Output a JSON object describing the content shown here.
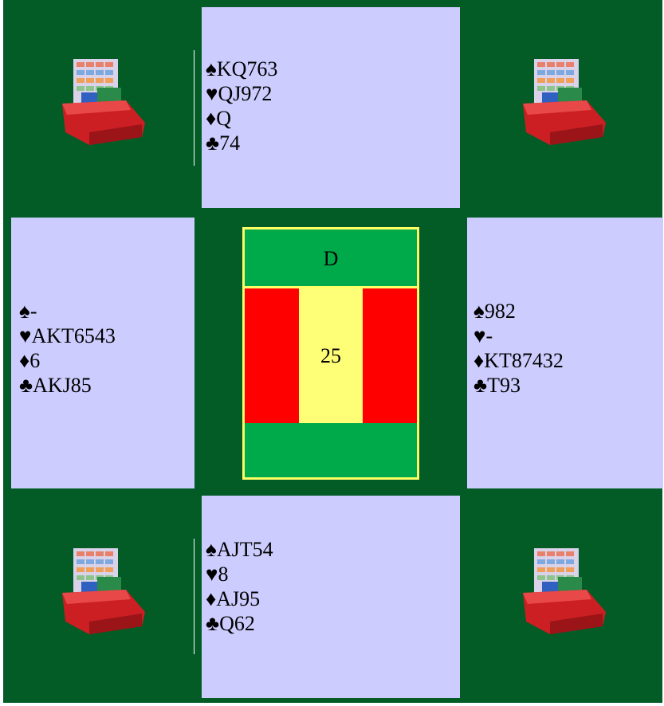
{
  "hands": {
    "north": {
      "spades": "♠KQ763",
      "hearts": "♥QJ972",
      "diamonds": "♦Q",
      "clubs": "♣74"
    },
    "west": {
      "spades": "♠-",
      "hearts": "♥AKT6543",
      "diamonds": "♦6",
      "clubs": "♣AKJ85"
    },
    "east": {
      "spades": "♠982",
      "hearts": "♥-",
      "diamonds": "♦KT87432",
      "clubs": "♣T93"
    },
    "south": {
      "spades": "♠AJT54",
      "hearts": "♥8",
      "diamonds": "♦AJ95",
      "clubs": "♣Q62"
    }
  },
  "board": {
    "dealer": "D",
    "number": "25",
    "colors": {
      "nonvul": "#00aa4a",
      "vul": "#ff0000",
      "center": "#ffff77",
      "border": "#ffff66"
    }
  },
  "colors": {
    "felt": "#035b26",
    "hand_bg": "#ccccff"
  },
  "icons": [
    "bidding-box-icon"
  ]
}
